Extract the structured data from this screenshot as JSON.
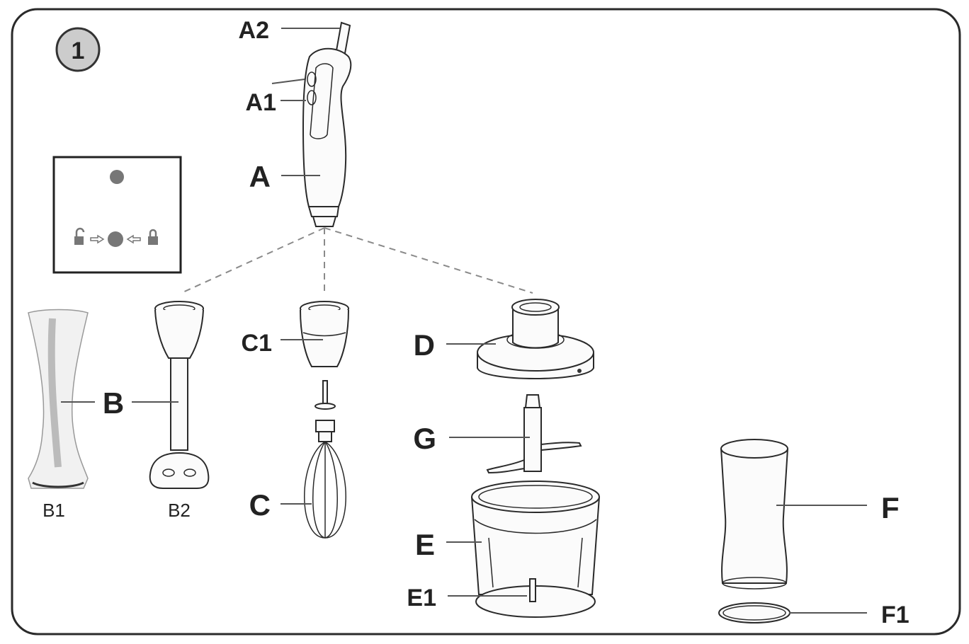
{
  "figure": {
    "step_number": "1",
    "colors": {
      "line": "#2a2a2a",
      "leader": "#555555",
      "dot": "#777777",
      "badge_fill": "#cccccc"
    }
  },
  "labels": {
    "A2": "A2",
    "A1": "A1",
    "A": "A",
    "B": "B",
    "B1": "B1",
    "B2": "B2",
    "C1": "C1",
    "C": "C",
    "D": "D",
    "G": "G",
    "E": "E",
    "E1": "E1",
    "F": "F",
    "F1": "F1"
  },
  "lock_legend": {
    "icons": [
      "dot-icon",
      "unlock-icon",
      "arrow-left-icon",
      "dot-icon",
      "arrow-right-icon",
      "lock-icon"
    ]
  }
}
